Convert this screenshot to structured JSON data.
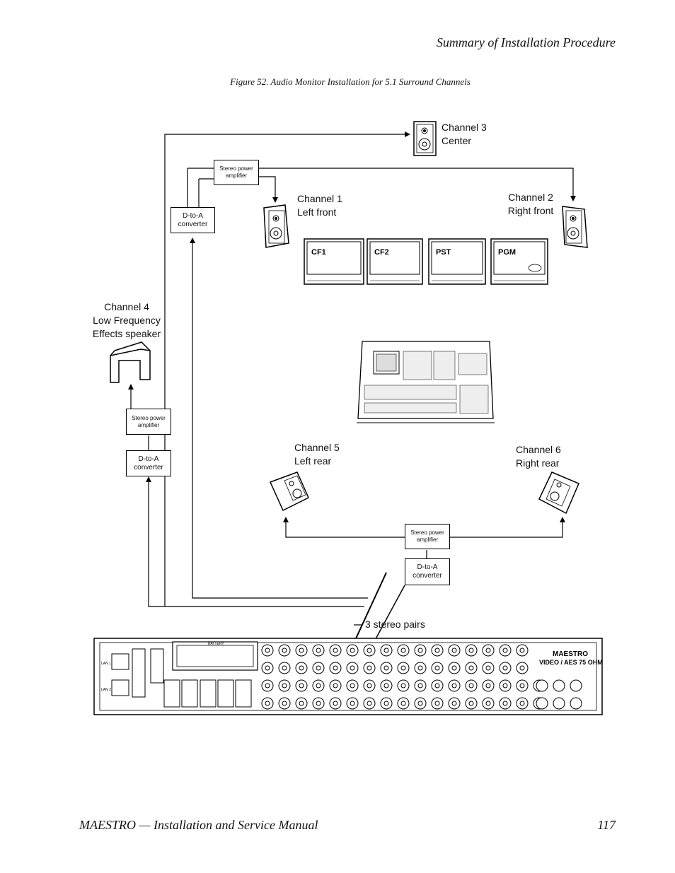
{
  "header": {
    "title": "Summary of Installation Procedure"
  },
  "figure": {
    "caption": "Figure 52.  Audio Monitor Installation for 5.1 Surround Channels"
  },
  "channels": {
    "ch3": {
      "line1": "Channel 3",
      "line2": "Center"
    },
    "ch1": {
      "line1": "Channel 1",
      "line2": "Left front"
    },
    "ch2": {
      "line1": "Channel 2",
      "line2": "Right front"
    },
    "ch4": {
      "line1": "Channel 4",
      "line2": "Low Frequency",
      "line3": "Effects speaker"
    },
    "ch5": {
      "line1": "Channel 5",
      "line2": "Left rear"
    },
    "ch6": {
      "line1": "Channel 6",
      "line2": "Right rear"
    }
  },
  "equipment": {
    "amp_line1": "Stereo power",
    "amp_line2": "amplifier",
    "dac_line1": "D-to-A",
    "dac_line2": "converter"
  },
  "monitors": [
    "CF1",
    "CF2",
    "PST",
    "PGM"
  ],
  "stereo_pairs_label": "3 stereo pairs",
  "rear_panel": {
    "brand": "MAESTRO",
    "model": "VIDEO / AES 75 OHM",
    "ports": [
      "LAN 1",
      "LAN 2"
    ],
    "battery": "BATTERY"
  },
  "footer": {
    "title": "MAESTRO  —  Installation and Service Manual",
    "page": "117"
  }
}
